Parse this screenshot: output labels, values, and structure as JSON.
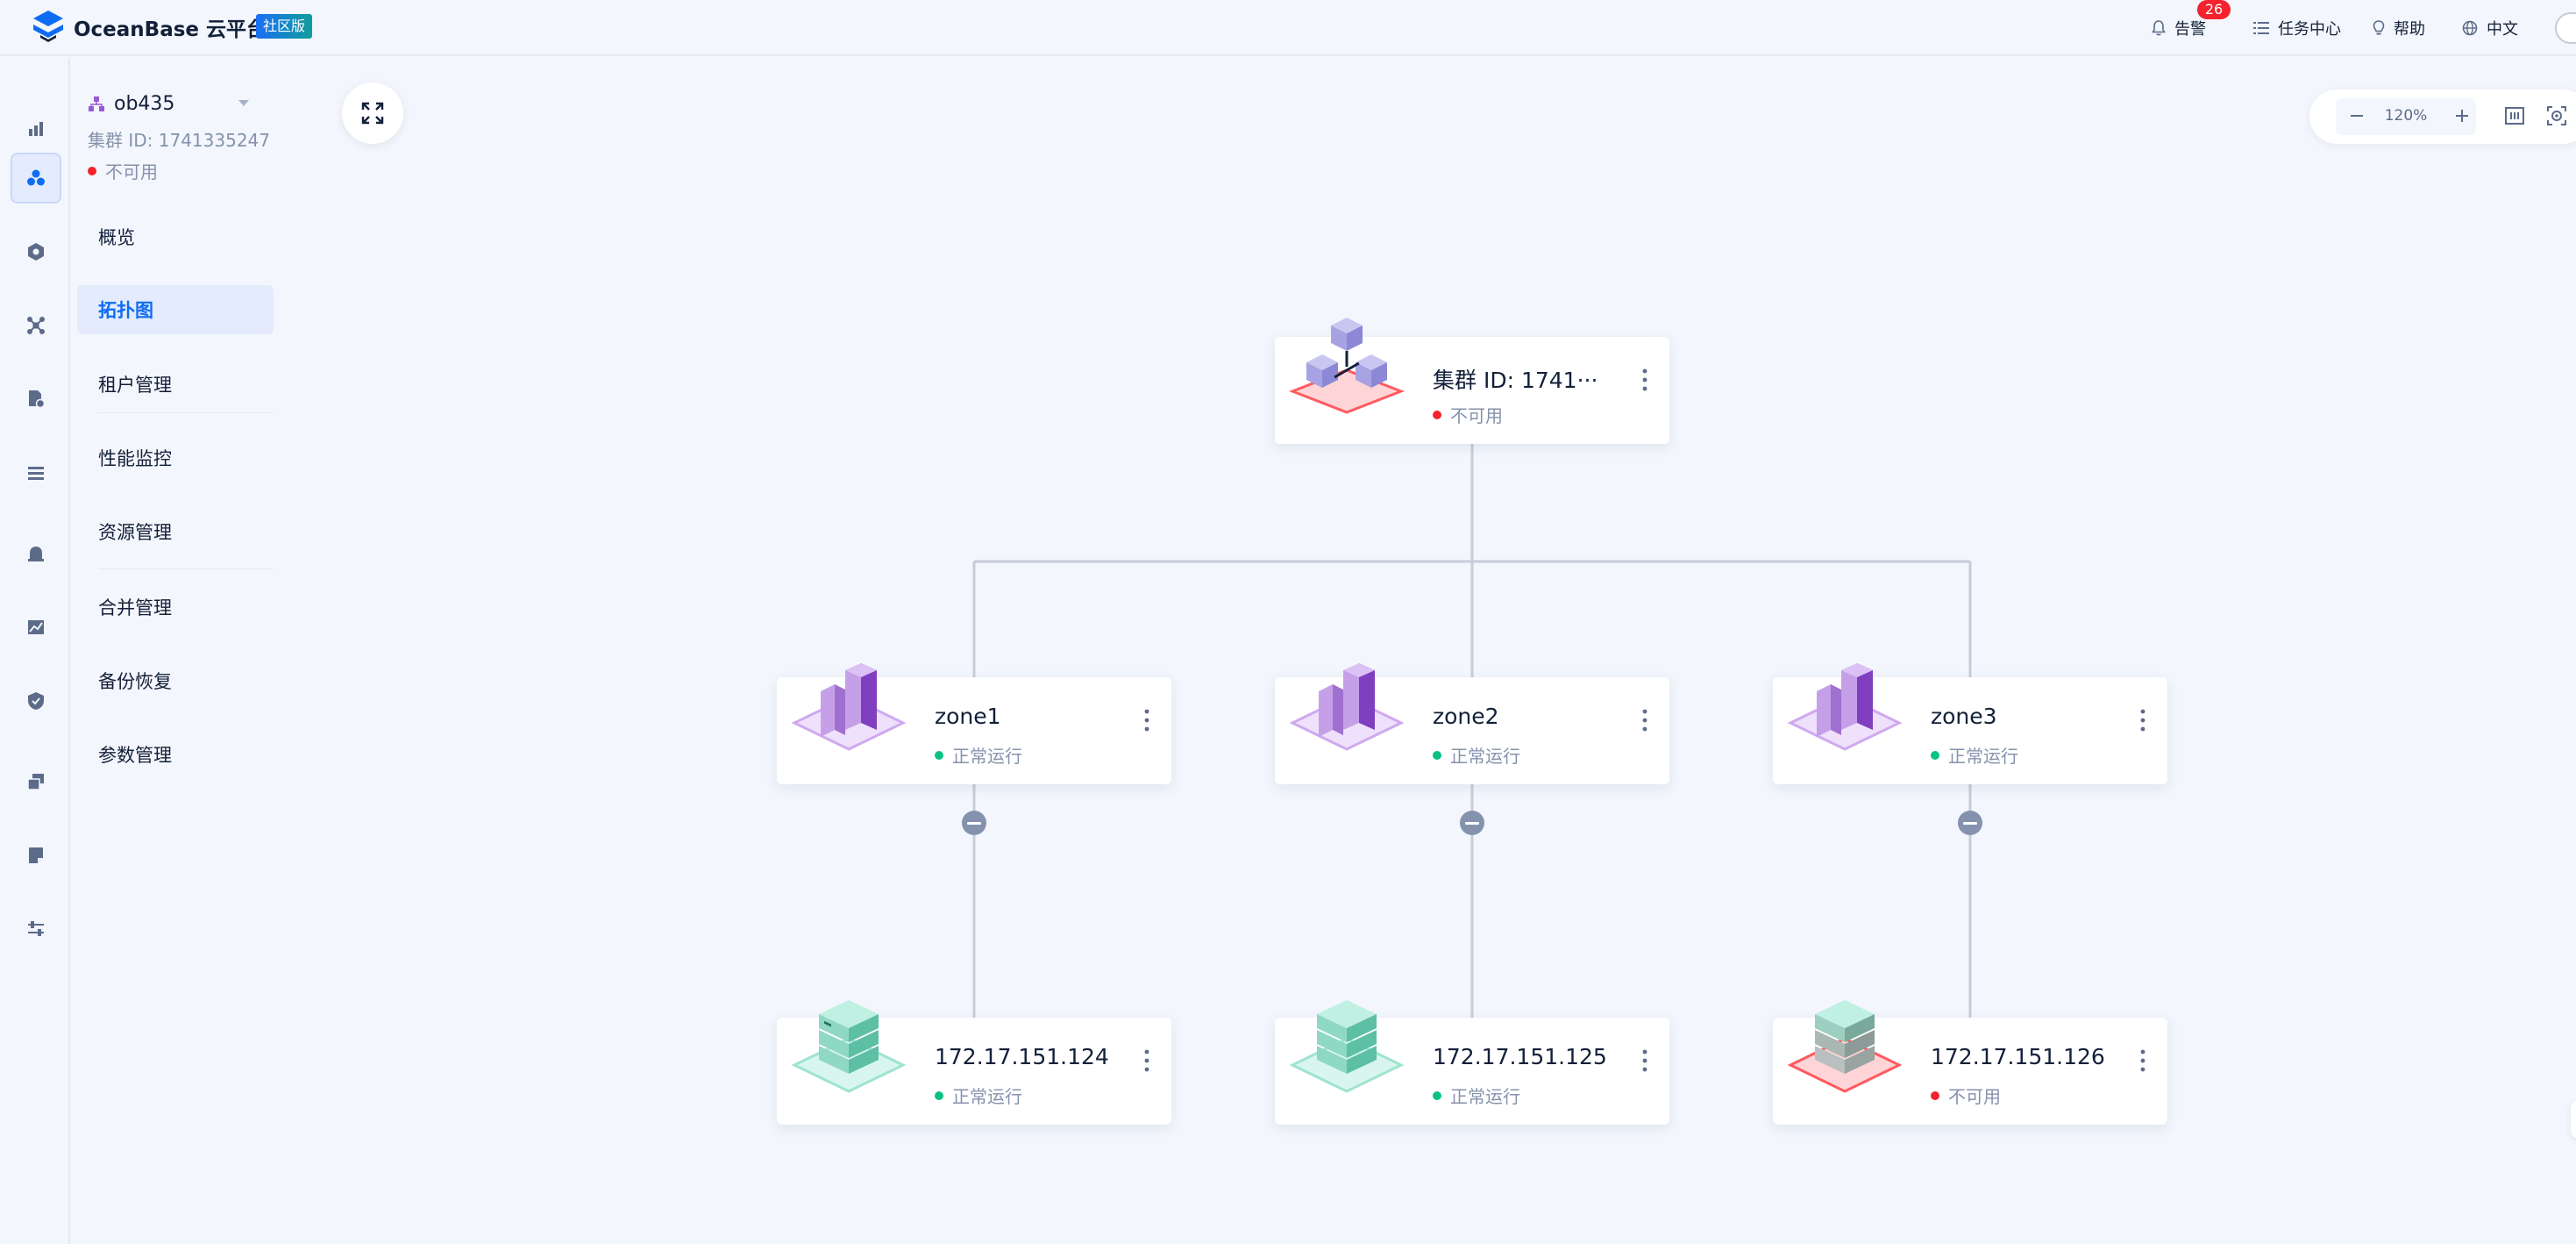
{
  "app": {
    "logo_text": "OceanBase 云平台",
    "edition": "社区版"
  },
  "header": {
    "alerts_label": "告警",
    "alerts_count": "26",
    "tasks_label": "任务中心",
    "help_label": "帮助",
    "language_label": "中文"
  },
  "cluster": {
    "name": "ob435",
    "id_text": "集群 ID: 1741335247",
    "status": "不可用"
  },
  "subnav": {
    "items": [
      {
        "label": "概览"
      },
      {
        "label": "拓扑图"
      },
      {
        "label": "租户管理"
      },
      {
        "label": "性能监控"
      },
      {
        "label": "资源管理"
      },
      {
        "label": "合并管理"
      },
      {
        "label": "备份恢复"
      },
      {
        "label": "参数管理"
      }
    ]
  },
  "zoom": {
    "level": "120%"
  },
  "topology": {
    "cluster_node": {
      "title": "集群 ID: 1741···",
      "status": "不可用"
    },
    "zones": [
      {
        "title": "zone1",
        "status": "正常运行"
      },
      {
        "title": "zone2",
        "status": "正常运行"
      },
      {
        "title": "zone3",
        "status": "正常运行"
      }
    ],
    "servers": [
      {
        "title": "172.17.151.124",
        "status": "正常运行"
      },
      {
        "title": "172.17.151.125",
        "status": "正常运行"
      },
      {
        "title": "172.17.151.126",
        "status": "不可用"
      }
    ]
  },
  "colors": {
    "accent": "#0d6cf2",
    "status_ok": "#0ac185",
    "status_error": "#f5222d",
    "zone_purple": "#8e54c9",
    "server_teal": "#3fbf9f"
  }
}
